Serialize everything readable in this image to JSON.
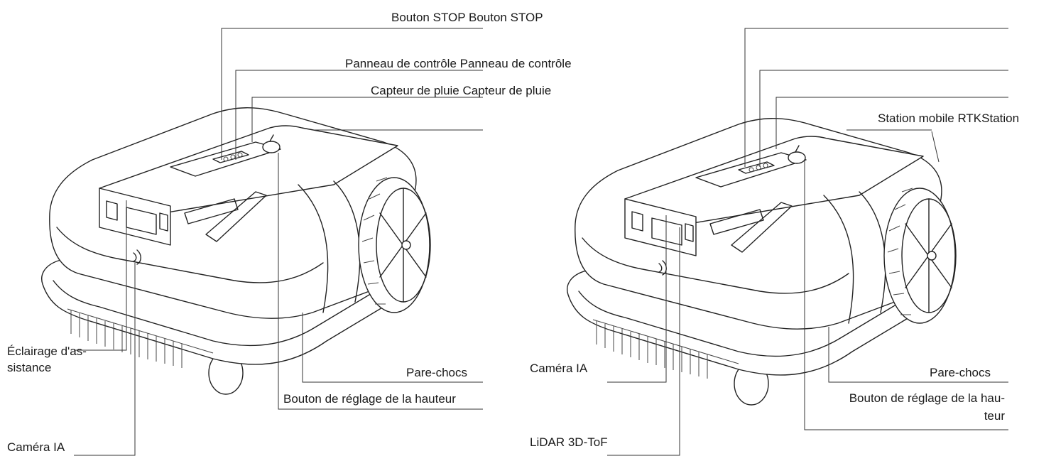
{
  "left_diagram": {
    "labels": {
      "stop_button": "Bouton STOP Bouton STOP",
      "control_panel": "Panneau de contrôle Panneau de contrôle",
      "rain_sensor": "Capteur de pluie Capteur de pluie",
      "assist_lighting_line1": "Éclairage d'as-",
      "assist_lighting_line2": "sistance",
      "bumper": "Pare-chocs",
      "height_knob": "Bouton de réglage de la hauteur",
      "ai_camera": "Caméra IA"
    }
  },
  "right_diagram": {
    "labels": {
      "rtk_station": "Station mobile RTKStation",
      "ai_camera": "Caméra IA",
      "bumper": "Pare-chocs",
      "height_knob_line1": "Bouton de réglage de la hau-",
      "height_knob_line2": "teur",
      "lidar": "LiDAR 3D-ToF"
    }
  }
}
